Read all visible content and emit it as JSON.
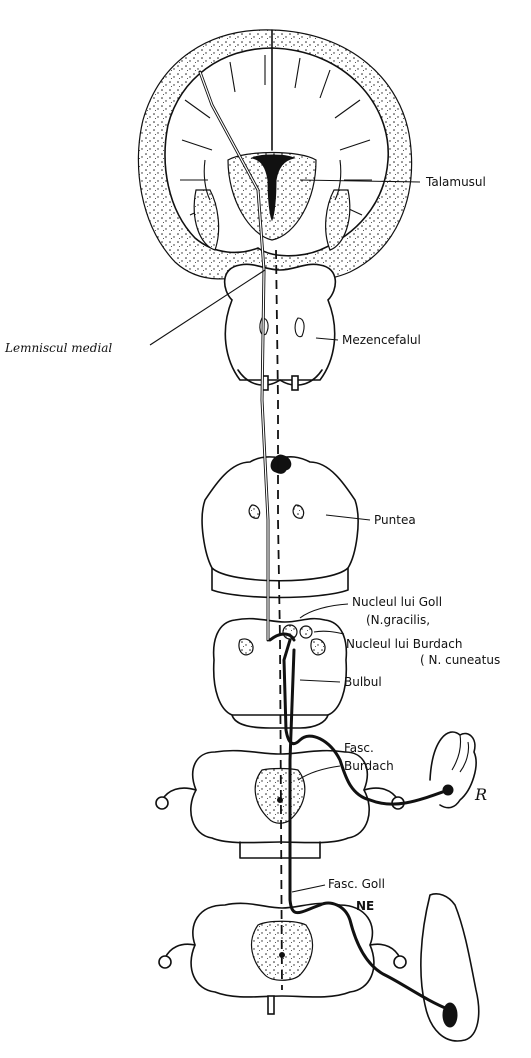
{
  "labels": {
    "talamusul": "Talamusul",
    "lemniscul_medial": "Lemniscul  medial",
    "mezencefalul": "Mezencefalul",
    "puntea": "Puntea",
    "nucleul_goll": "Nucleul lui Goll",
    "n_gracilis": "(N.gracilis,",
    "nucleul_burdach": "Nucleul lui Burdach",
    "n_cuneatus": "( N. cuneatus",
    "bulbul": "Bulbul",
    "fasc_burdach_1": "Fasc.",
    "fasc_burdach_2": "Burdach",
    "r_mark": "R",
    "fasc_goll": "Fasc. Goll",
    "ne_mark": "NE"
  }
}
